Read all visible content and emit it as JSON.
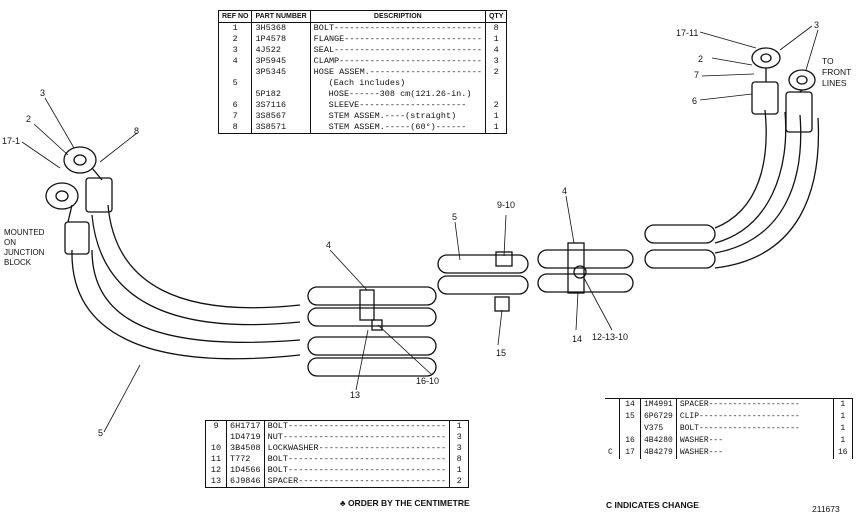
{
  "main_table": {
    "headers": {
      "ref": "REF NO",
      "part_number": "PART NUMBER",
      "description": "DESCRIPTION",
      "qty": "QTY"
    },
    "rows": [
      {
        "ref": "1",
        "part": "3H5368",
        "desc": "BOLT-----------------------------",
        "qty": "8",
        "indent": false
      },
      {
        "ref": "2",
        "part": "1P4578",
        "desc": "FLANGE---------------------------",
        "qty": "1",
        "indent": false
      },
      {
        "ref": "3",
        "part": "4J522",
        "desc": "SEAL-----------------------------",
        "qty": "4",
        "indent": false
      },
      {
        "ref": "4",
        "part": "3P5945",
        "desc": "CLAMP----------------------------",
        "qty": "3",
        "indent": false
      },
      {
        "ref": "",
        "part": "3P5345",
        "desc": "HOSE ASSEM.----------------------",
        "qty": "2",
        "indent": false
      },
      {
        "ref": "5",
        "part": "",
        "desc": "(Each includes)",
        "qty": "",
        "indent": true
      },
      {
        "ref": "",
        "part": "5P182",
        "desc": "HOSE------308 cm(121.26-in.)",
        "qty": "",
        "indent": true
      },
      {
        "ref": "6",
        "part": "3S7116",
        "desc": "SLEEVE---------------------",
        "qty": "2",
        "indent": true
      },
      {
        "ref": "7",
        "part": "3S8567",
        "desc": "STEM ASSEM.----(straight)",
        "qty": "1",
        "indent": true
      },
      {
        "ref": "8",
        "part": "3S8571",
        "desc": "STEM ASSEM.-----(60°)------",
        "qty": "1",
        "indent": true
      }
    ]
  },
  "bottom_table": {
    "rows": [
      {
        "ref": "9",
        "part": "6H1717",
        "desc": "BOLT-------------------------------",
        "qty": "1"
      },
      {
        "ref": "",
        "part": "1D4719",
        "desc": "NUT--------------------------------",
        "qty": "3"
      },
      {
        "ref": "10",
        "part": "3B4508",
        "desc": "LOCKWASHER-------------------------",
        "qty": "3"
      },
      {
        "ref": "11",
        "part": "T772",
        "desc": "BOLT-------------------------------",
        "qty": "8"
      },
      {
        "ref": "12",
        "part": "1D4566",
        "desc": "BOLT-------------------------------",
        "qty": "1"
      },
      {
        "ref": "13",
        "part": "6J9846",
        "desc": "SPACER-----------------------------",
        "qty": "2"
      }
    ],
    "note": "♣ ORDER BY THE CENTIMETRE"
  },
  "change_table": {
    "rows": [
      {
        "mark": "",
        "ref": "14",
        "part": "1M4991",
        "desc": "SPACER-------------------",
        "qty": "1"
      },
      {
        "mark": "",
        "ref": "15",
        "part": "6P6729",
        "desc": "CLIP---------------------",
        "qty": "1"
      },
      {
        "mark": "",
        "ref": "",
        "part": "V375",
        "desc": "BOLT---------------------",
        "qty": "1"
      },
      {
        "mark": "",
        "ref": "16",
        "part": "4B4280",
        "desc": "WASHER---",
        "qty": "1"
      },
      {
        "mark": "C",
        "ref": "17",
        "part": "4B4279",
        "desc": "WASHER---",
        "qty": "16"
      }
    ],
    "note": "C INDICATES CHANGE"
  },
  "callouts": {
    "c3_left": "3",
    "c2_left": "2",
    "c17_left": "17-1",
    "c8": "8",
    "mounted": "MOUNTED\nON\nJUNCTION\nBLOCK",
    "c5_bottom": "5",
    "c4_mid": "4",
    "c13": "13",
    "c16": "16-10",
    "c5_mid": "5",
    "c9": "9-10",
    "c15": "15",
    "c4_right": "4",
    "c14": "14",
    "c12": "12-13-10",
    "c17_right": "17-11",
    "c3_right": "3",
    "c2_right": "2",
    "c7": "7",
    "c6": "6",
    "front": "TO\nFRONT\nLINES"
  },
  "drawing_number": "211673"
}
